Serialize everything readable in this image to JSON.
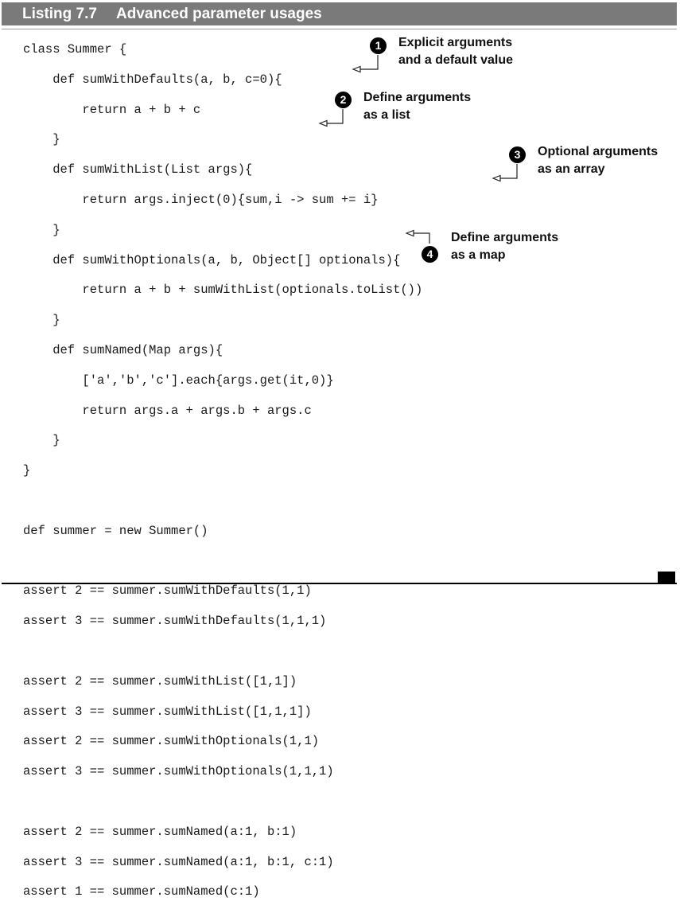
{
  "listing": {
    "number": "Listing 7.7",
    "title": "Advanced parameter usages"
  },
  "code_lines": [
    "class Summer {",
    "    def sumWithDefaults(a, b, c=0){",
    "        return a + b + c",
    "    }",
    "    def sumWithList(List args){",
    "        return args.inject(0){sum,i -> sum += i}",
    "    }",
    "    def sumWithOptionals(a, b, Object[] optionals){",
    "        return a + b + sumWithList(optionals.toList())",
    "    }",
    "    def sumNamed(Map args){",
    "        ['a','b','c'].each{args.get(it,0)}",
    "        return args.a + args.b + args.c",
    "    }",
    "}",
    "",
    "def summer = new Summer()",
    "",
    "assert 2 == summer.sumWithDefaults(1,1)",
    "assert 3 == summer.sumWithDefaults(1,1,1)",
    "",
    "assert 2 == summer.sumWithList([1,1])",
    "assert 3 == summer.sumWithList([1,1,1])",
    "assert 2 == summer.sumWithOptionals(1,1)",
    "assert 3 == summer.sumWithOptionals(1,1,1)",
    "",
    "assert 2 == summer.sumNamed(a:1, b:1)",
    "assert 3 == summer.sumNamed(a:1, b:1, c:1)",
    "assert 1 == summer.sumNamed(c:1)"
  ],
  "callouts": [
    {
      "number": "1",
      "line1": "Explicit arguments",
      "line2": "and a default value"
    },
    {
      "number": "2",
      "line1": "Define arguments",
      "line2": "as a list"
    },
    {
      "number": "3",
      "line1": "Optional arguments",
      "line2": "as an array"
    },
    {
      "number": "4",
      "line1": "Define arguments",
      "line2": "as a map"
    }
  ]
}
